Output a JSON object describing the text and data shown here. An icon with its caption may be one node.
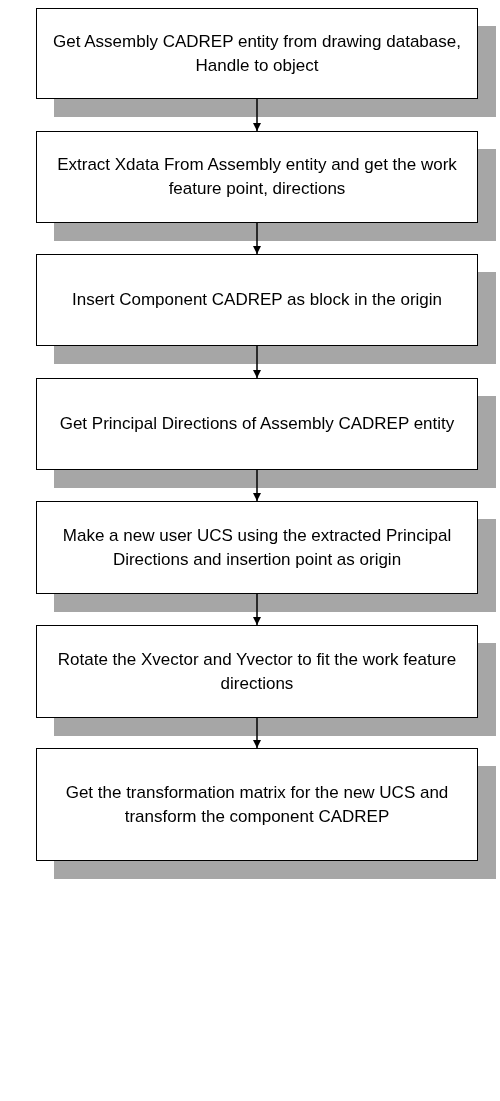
{
  "diagram": {
    "nodes": [
      {
        "text": [
          "Get Assembly CADREP entity from drawing database, Handle to object"
        ]
      },
      {
        "text": [
          "Extract Xdata From Assembly entity and get the work feature point, directions"
        ]
      },
      {
        "text": [
          "Insert Component CADREP as block in the origin"
        ]
      },
      {
        "text": [
          "Get Principal Directions of Assembly CADREP entity"
        ]
      },
      {
        "text": [
          "Make a new user UCS using the extracted Principal Directions and insertion point as origin"
        ]
      },
      {
        "text": [
          "Rotate the Xvector and Yvector to fit the work feature directions"
        ]
      },
      {
        "text": [
          "Get the transformation matrix for the new UCS and transform the component CADREP"
        ]
      }
    ],
    "edges": [
      {
        "from": 0,
        "to": 1,
        "arrow": "to"
      },
      {
        "from": 1,
        "to": 2,
        "arrow": "to"
      },
      {
        "from": 2,
        "to": 3,
        "arrow": "to"
      },
      {
        "from": 3,
        "to": 4,
        "arrow": "to"
      },
      {
        "from": 4,
        "to": 5,
        "arrow": "to"
      },
      {
        "from": 5,
        "to": 6,
        "arrow": "to"
      }
    ]
  }
}
